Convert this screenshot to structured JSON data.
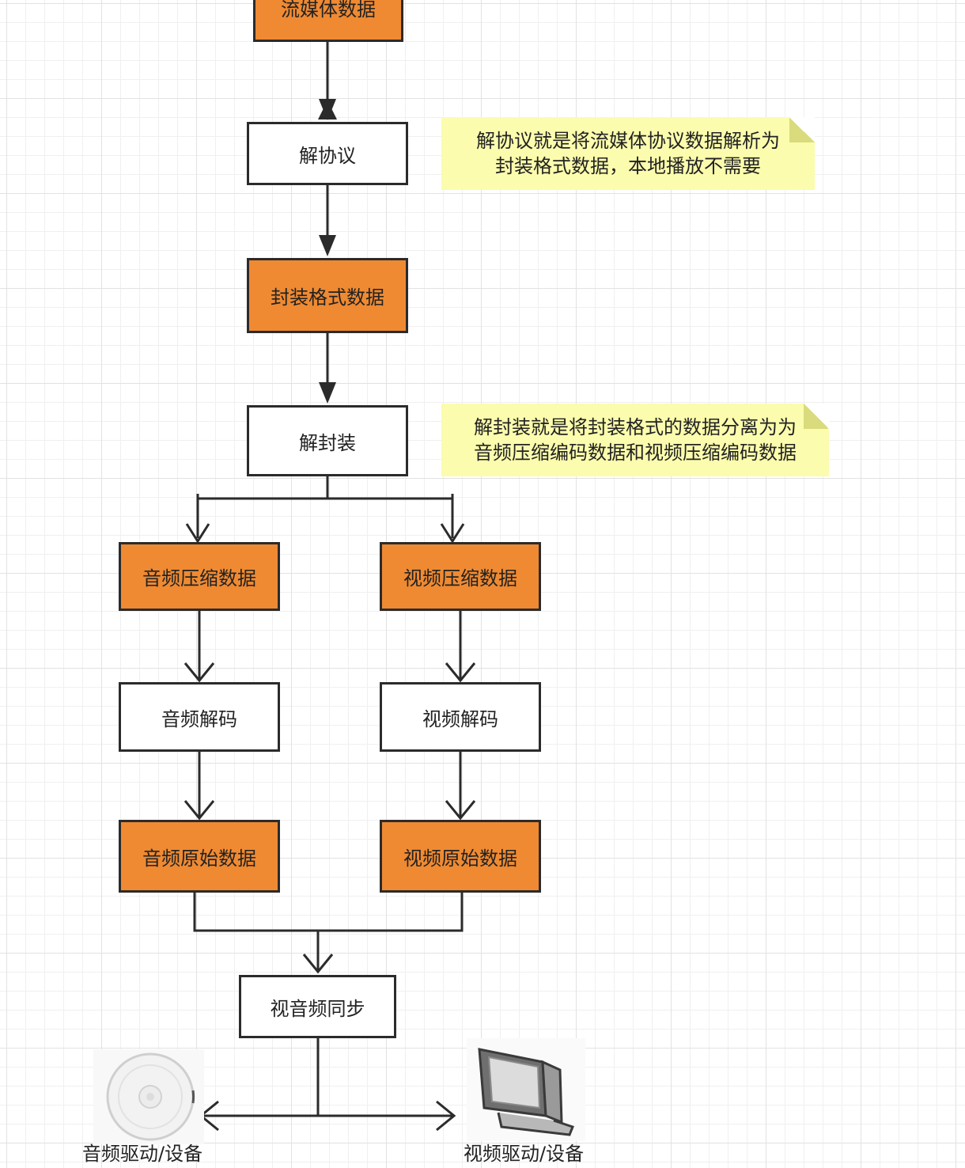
{
  "nodes": {
    "stream_data": "流媒体数据",
    "deprotocol": "解协议",
    "container_data": "封装格式数据",
    "demux": "解封装",
    "audio_compressed": "音频压缩数据",
    "video_compressed": "视频压缩数据",
    "audio_decode": "音频解码",
    "video_decode": "视频解码",
    "audio_raw": "音频原始数据",
    "video_raw": "视频原始数据",
    "av_sync": "视音频同步"
  },
  "notes": {
    "deprotocol_note": "解协议就是将流媒体协议数据解析为\n封装格式数据，本地播放不需要",
    "demux_note": "解封装就是将封装格式的数据分离为为\n音频压缩编码数据和视频压缩编码数据"
  },
  "outputs": {
    "audio_device": "音频驱动/设备",
    "video_device": "视频驱动/设备"
  },
  "icons": {
    "audio_device": "speaker-disc-icon",
    "video_device": "monitor-icon"
  },
  "colors": {
    "data_fill": "#ef8a32",
    "process_fill": "#ffffff",
    "note_fill": "#fbfcad",
    "stroke": "#2b2b2b"
  }
}
